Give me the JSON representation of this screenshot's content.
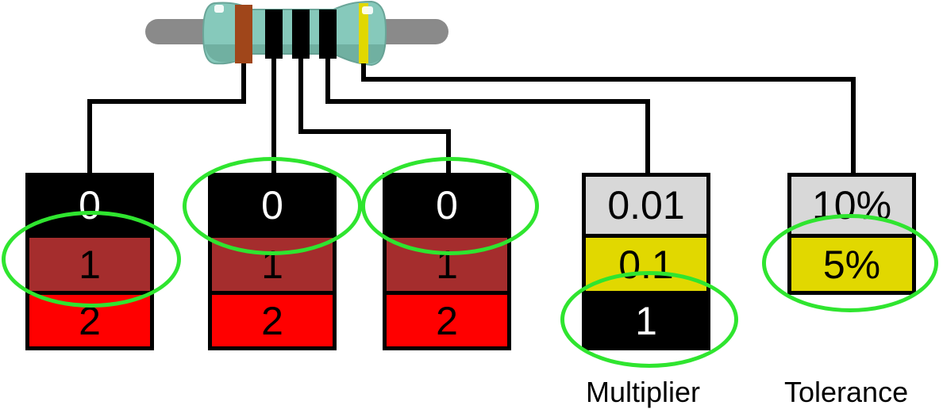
{
  "resistor": {
    "colors": {
      "body": "#86c9bb",
      "lead": "#8a8a8a",
      "band_brown": "#a0461a",
      "band_black": "#000000",
      "band_gold": "#e1d800",
      "outline": "#000000",
      "selection_ring": "#2fe52f"
    }
  },
  "selectors": [
    {
      "id": "digit-1",
      "cells": [
        {
          "text": "0",
          "bg": "#000000",
          "fg": "#ffffff"
        },
        {
          "text": "1",
          "bg": "#a52d2d",
          "fg": "#000000"
        },
        {
          "text": "2",
          "bg": "#ff0000",
          "fg": "#000000"
        }
      ],
      "selected": "1"
    },
    {
      "id": "digit-2",
      "cells": [
        {
          "text": "0",
          "bg": "#000000",
          "fg": "#ffffff"
        },
        {
          "text": "1",
          "bg": "#a52d2d",
          "fg": "#000000"
        },
        {
          "text": "2",
          "bg": "#ff0000",
          "fg": "#000000"
        }
      ],
      "selected": "0"
    },
    {
      "id": "digit-3",
      "cells": [
        {
          "text": "0",
          "bg": "#000000",
          "fg": "#ffffff"
        },
        {
          "text": "1",
          "bg": "#a52d2d",
          "fg": "#000000"
        },
        {
          "text": "2",
          "bg": "#ff0000",
          "fg": "#000000"
        }
      ],
      "selected": "0"
    },
    {
      "id": "multiplier",
      "cells": [
        {
          "text": "0.01",
          "bg": "#d8d8d8",
          "fg": "#000000"
        },
        {
          "text": "0.1",
          "bg": "#e1d800",
          "fg": "#000000"
        },
        {
          "text": "1",
          "bg": "#000000",
          "fg": "#ffffff"
        }
      ],
      "selected": "1"
    },
    {
      "id": "tolerance",
      "cells": [
        {
          "text": "10%",
          "bg": "#d8d8d8",
          "fg": "#000000"
        },
        {
          "text": "5%",
          "bg": "#e1d800",
          "fg": "#000000"
        }
      ],
      "selected": "5%"
    }
  ],
  "labels": {
    "multiplier": "Multiplier",
    "tolerance": "Tolerance"
  }
}
